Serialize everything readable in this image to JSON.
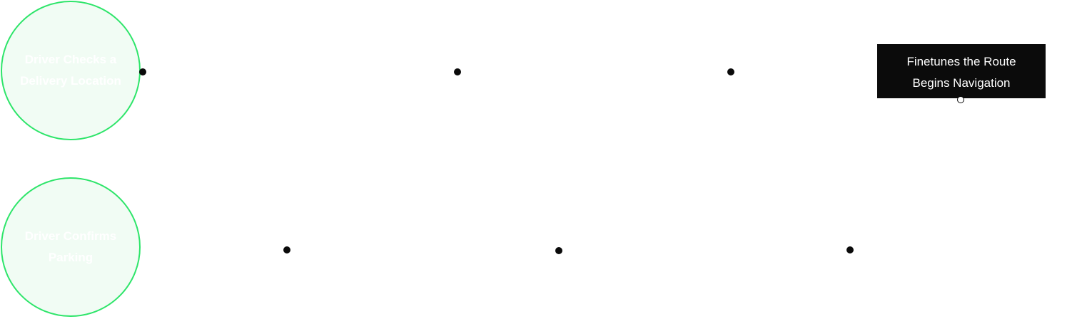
{
  "nodes": [
    {
      "label": "Driver Checks a Delivery Location"
    },
    {
      "label": "Driver Confirms Parking"
    }
  ],
  "callout": {
    "line1": "Finetunes the Route",
    "line2": "Begins Navigation"
  },
  "colors": {
    "node_border": "#2ee56a",
    "node_fill": "#f1fcf4",
    "node_text": "#ffffff",
    "callout_bg": "#0b0b0b",
    "dot": "#0a0a0a"
  }
}
